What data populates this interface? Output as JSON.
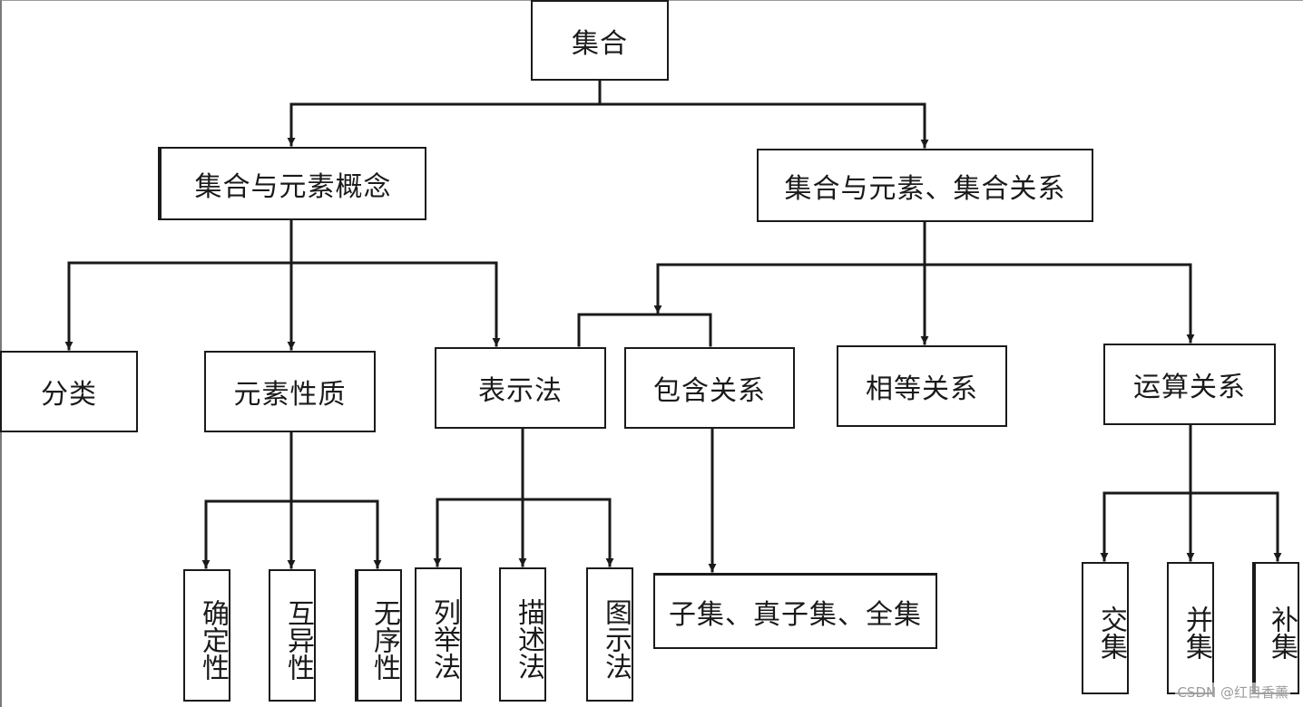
{
  "diagram": {
    "root": {
      "label": "集合"
    },
    "branches": {
      "concept": {
        "label": "集合与元素概念"
      },
      "relation": {
        "label": "集合与元素、集合关系"
      }
    },
    "concept_children": {
      "classify": {
        "label": "分类"
      },
      "properties": {
        "label": "元素性质"
      },
      "representation": {
        "label": "表示法"
      }
    },
    "relation_children": {
      "inclusion": {
        "label": "包含关系"
      },
      "equality": {
        "label": "相等关系"
      },
      "operations": {
        "label": "运算关系"
      }
    },
    "properties_children": {
      "definite": {
        "label": "确定性"
      },
      "distinct": {
        "label": "互异性"
      },
      "unordered": {
        "label": "无序性"
      }
    },
    "representation_children": {
      "listing": {
        "label": "列举法"
      },
      "description": {
        "label": "描述法"
      },
      "graphical": {
        "label": "图示法"
      }
    },
    "inclusion_children": {
      "subsets": {
        "label": "子集、真子集、全集"
      }
    },
    "operations_children": {
      "intersection": {
        "label": "交集"
      },
      "union": {
        "label": "并集"
      },
      "complement": {
        "label": "补集"
      }
    }
  },
  "watermark": {
    "text": "CSDN @红目香薰"
  },
  "colors": {
    "line": "#1a1a1a",
    "background": "#ffffff",
    "watermark": "#9c9c9c"
  }
}
